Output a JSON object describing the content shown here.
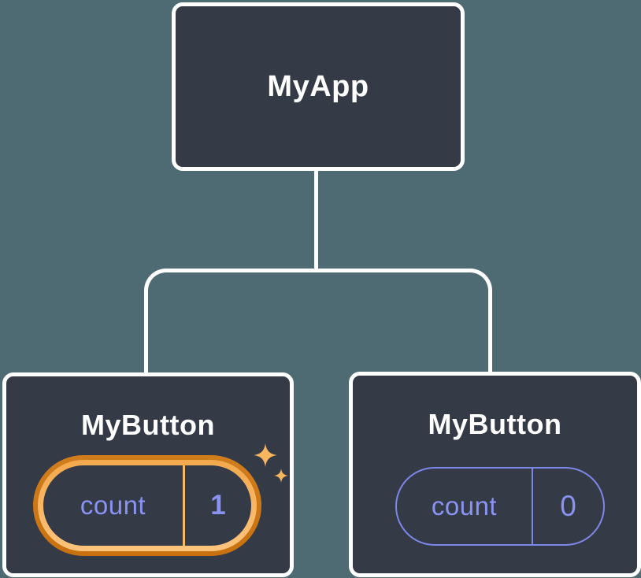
{
  "diagram": {
    "root": {
      "label": "MyApp"
    },
    "children": [
      {
        "label": "MyButton",
        "state": {
          "name": "count",
          "value": "1"
        },
        "highlighted": true,
        "badge_style": "orange-highlight"
      },
      {
        "label": "MyButton",
        "state": {
          "name": "count",
          "value": "0"
        },
        "highlighted": false,
        "badge_style": "purple-outline"
      }
    ],
    "icons": {
      "sparkles": "sparkles-icon"
    },
    "colors": {
      "background": "#4e6a72",
      "node_fill": "#343b47",
      "node_border": "#ffffff",
      "accent_purple": "#8a93f2",
      "outline_purple": "#7d87e8",
      "orange_dark": "#c9710f",
      "orange_light": "#f9b863",
      "sparkle": "#f8b65e"
    }
  }
}
